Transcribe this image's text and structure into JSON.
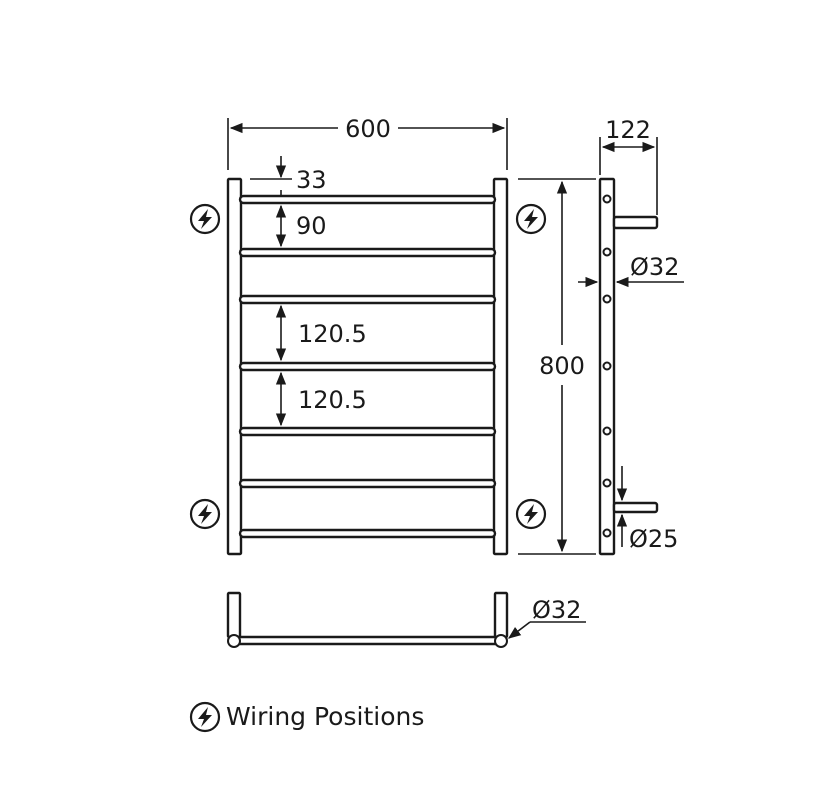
{
  "dimensions": {
    "width": "600",
    "height": "800",
    "top_offset": "33",
    "rail_gap_1": "90",
    "rail_gap_2": "120.5",
    "rail_gap_3": "120.5",
    "projection": "122",
    "side_diameter_top": "Ø32",
    "side_diameter_bottom": "Ø25",
    "bottom_view_diameter": "Ø32"
  },
  "legend": {
    "label": "Wiring Positions",
    "icon": "lightning-bolt-circle-icon"
  },
  "colors": {
    "line": "#1a1a1a",
    "background": "#ffffff"
  }
}
